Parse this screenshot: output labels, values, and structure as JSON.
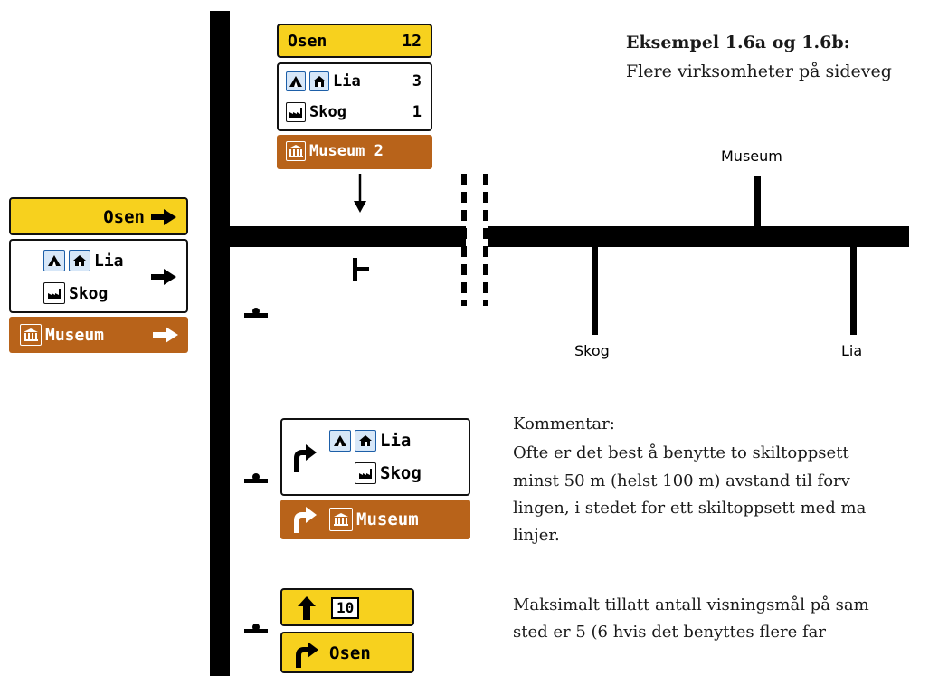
{
  "heading": {
    "title": "Eksempel 1.6a og 1.6b:",
    "subtitle": "Flere virksomheter på sideveg"
  },
  "labels": {
    "museum": "Museum",
    "skog": "Skog",
    "lia": "Lia"
  },
  "top_sign": {
    "dest": "Osen",
    "distance": "12",
    "lia": "Lia",
    "lia_km": "3",
    "skog": "Skog",
    "skog_km": "1",
    "museum": "Museum 2"
  },
  "left_sign": {
    "dest": "Osen",
    "lia": "Lia",
    "skog": "Skog",
    "museum": "Museum"
  },
  "bottom_sign": {
    "lia": "Lia",
    "skog": "Skog",
    "museum": "Museum",
    "route": "10",
    "osen": "Osen"
  },
  "comment": {
    "heading": "Kommentar:",
    "line1": "Ofte er det best å benytte to skiltoppsett",
    "line2": "minst 50 m (helst 100 m) avstand til forv",
    "line3": "lingen, i stedet for ett skiltoppsett med ma",
    "line4": "linjer.",
    "line5": "Maksimalt tillatt antall visningsmål på sam",
    "line6": "sted er 5 (6 hvis det benyttes flere far"
  },
  "icons": [
    "tent-icon",
    "cabin-icon",
    "factory-icon",
    "museum-icon",
    "arrow-right-icon",
    "turn-right-arrow-icon",
    "arrow-up-icon",
    "arrow-down-icon"
  ],
  "colors": {
    "yellow": "#f7d11e",
    "brown": "#b8631a",
    "blue_frame": "#1d5fa8"
  }
}
